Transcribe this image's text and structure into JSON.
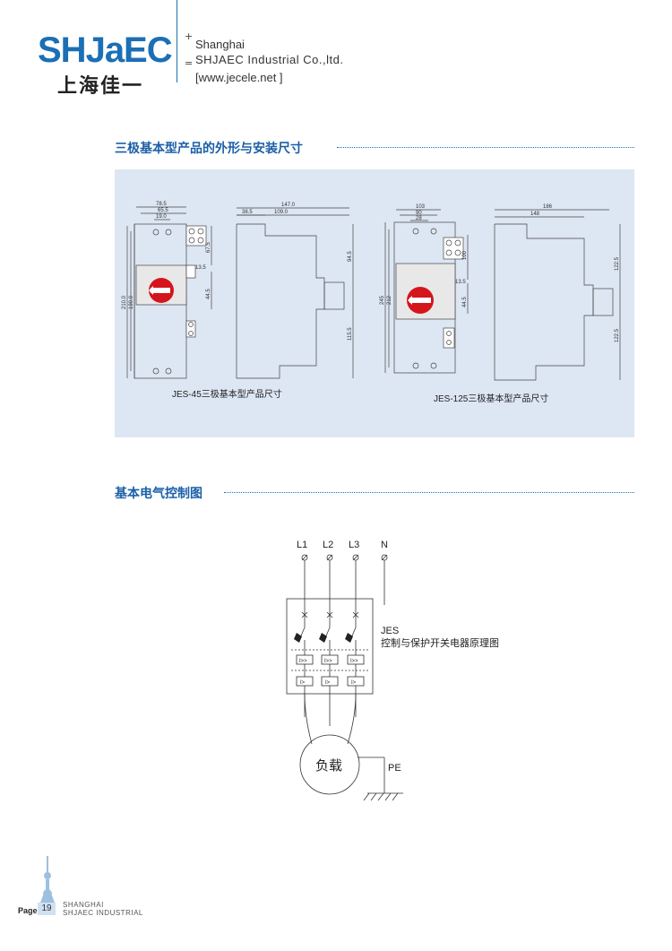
{
  "header": {
    "logo_text": "SHJaEC",
    "logo_cn": "上海佳一",
    "plus_mark": "+",
    "equals_mark": "=",
    "company_line1": "Shanghai",
    "company_line2": "SHJAEC Industrial Co.,ltd.",
    "website": "[www.jecele.net ]"
  },
  "section1": {
    "title": "三极基本型产品的外形与安装尺寸"
  },
  "dims_jes45": {
    "w1": "78.5",
    "w2": "65.5",
    "w3": "19.0",
    "side_total": "147.0",
    "side_a": "38.5",
    "side_b": "109.0",
    "h_total1": "210.0",
    "h_total2": "190.0",
    "v1": "67.5",
    "v2": "13.5",
    "v3": "44.5",
    "s1": "94.5",
    "s2": "115.5",
    "caption": "JES-45三极基本型产品尺寸"
  },
  "dims_jes125": {
    "w1": "103",
    "w2": "90",
    "w3": "28",
    "side_total": "186",
    "side_a": "148",
    "h_total1": "245",
    "h_total2": "212",
    "v1": "100",
    "v2": "13.5",
    "v3": "44.5",
    "s1": "122.5",
    "s2": "122.5",
    "caption": "JES-125三极基本型产品尺寸"
  },
  "section2": {
    "title": "基本电气控制图"
  },
  "circuit": {
    "l1": "L1",
    "l2": "L2",
    "l3": "L3",
    "n": "N",
    "device": "JES",
    "device_desc": "控制与保护开关电器原理图",
    "load": "负载",
    "pe": "PE",
    "relay1": "I>>",
    "relay2": "I>"
  },
  "footer": {
    "page_label": "Page",
    "page_number": "19",
    "line1": "SHANGHAI",
    "line2": "SHJAEC INDUSTRIAL"
  },
  "colors": {
    "brand_blue": "#1b6fb5",
    "panel_bg": "#dde6f3",
    "knob_red": "#d4161c"
  }
}
